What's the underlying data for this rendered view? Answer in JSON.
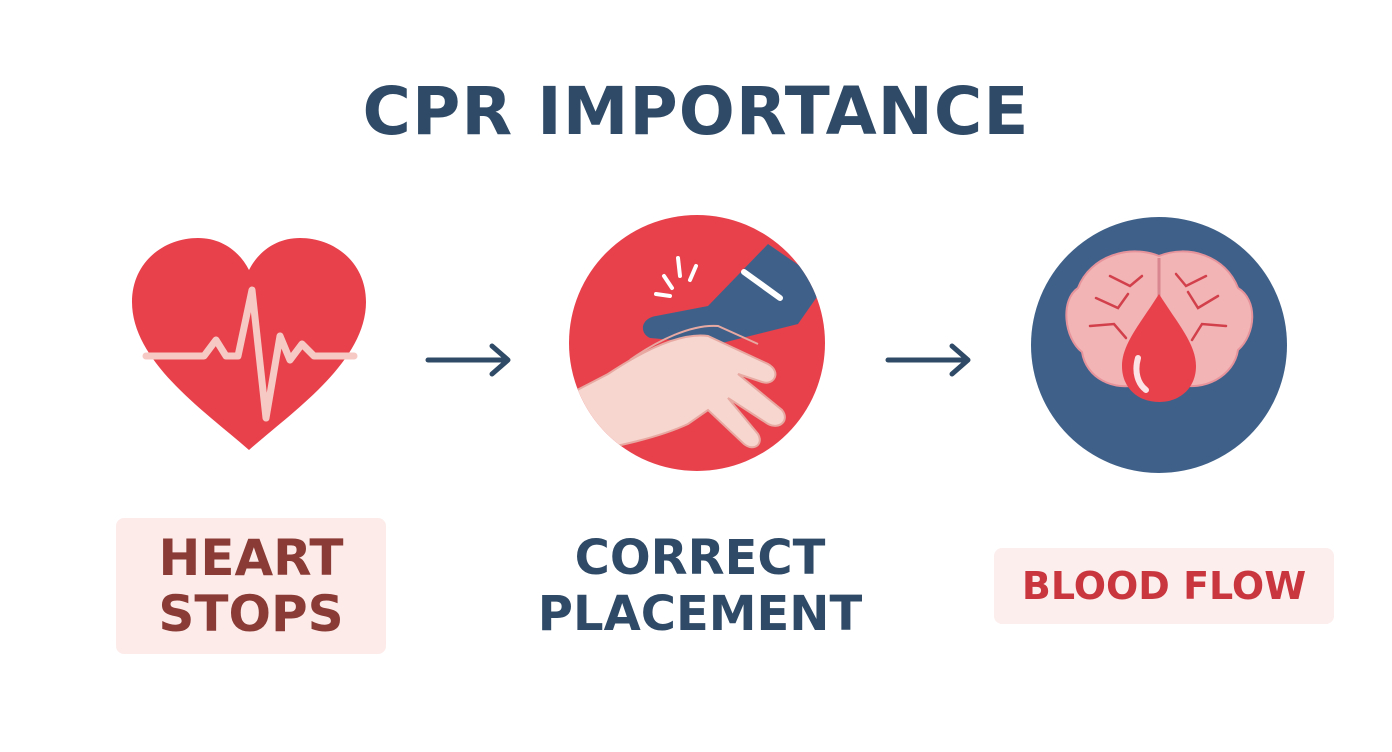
{
  "title": "CPR IMPORTANCE",
  "steps": [
    {
      "icon": "heart-icon",
      "label_lines": [
        "HEART",
        "STOPS"
      ]
    },
    {
      "icon": "hands-icon",
      "label_lines": [
        "CORRECT",
        "PLACEMENT"
      ]
    },
    {
      "icon": "brain-blood-drop-icon",
      "label_lines": [
        "BLOOD FLOW"
      ]
    }
  ],
  "arrows": [
    "arrow-right-icon",
    "arrow-right-icon"
  ],
  "colors": {
    "navy": "#2f4a66",
    "red": "#e8414c",
    "heart_label": "#8b3b35",
    "blood_label": "#c9363e",
    "skin": "#f7d6cf",
    "brain": "#f2b4b4"
  }
}
